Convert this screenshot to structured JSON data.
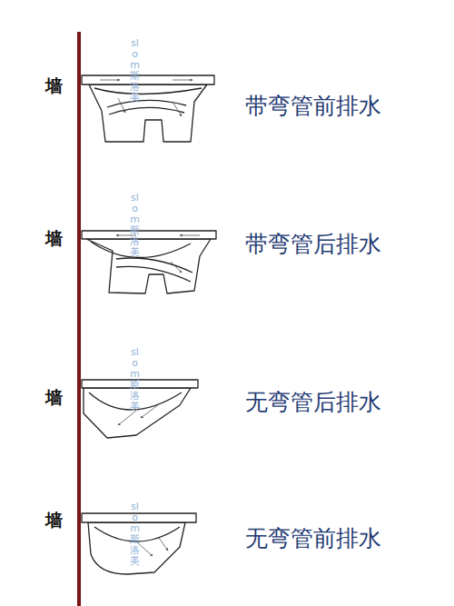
{
  "diagram": {
    "labels": [
      "墙",
      "带弯管前排水",
      "墙",
      "带弯管后排水",
      "墙",
      "无弯管后排水",
      "墙",
      "无弯管前排水",
      "slom斯洛美",
      "slom斯洛美",
      "slom斯洛美",
      "slom斯洛美"
    ]
  }
}
